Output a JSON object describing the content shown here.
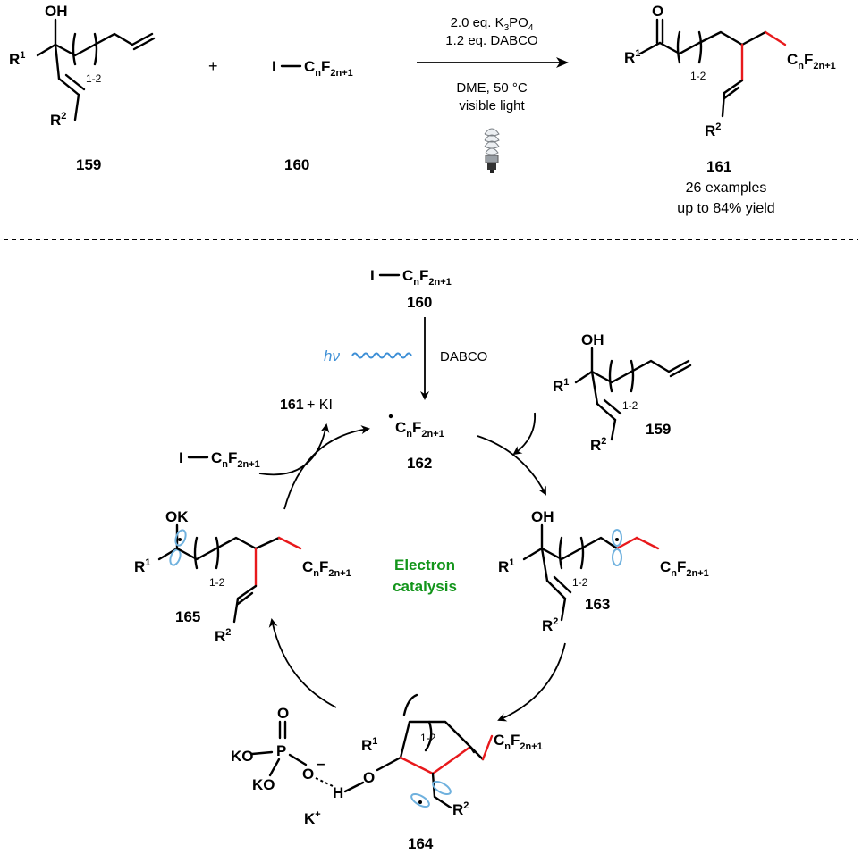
{
  "reaction": {
    "cond_reagent_1": "2.0 eq. K",
    "cond_reagent_1_sub": "3",
    "cond_reagent_1_tail": "PO",
    "cond_reagent_1_sub2": "4",
    "cond_reagent_2": "1.2 eq. DABCO",
    "cond_solvent": "DME, 50 °C",
    "cond_light": "visible light",
    "plus": "+",
    "examples": "26 examples",
    "yield": "up to 84% yield"
  },
  "labels": {
    "c159": "159",
    "c160": "160",
    "c161": "161",
    "c162": "162",
    "c163": "163",
    "c164": "164",
    "c165": "165"
  },
  "atoms": {
    "OH": "OH",
    "OK": "OK",
    "O": "O",
    "P": "P",
    "KO": "KO",
    "H": "H",
    "K": "K",
    "I": "I",
    "R": "R",
    "sup1": "1",
    "sup2": "2",
    "minus": "–",
    "plus_sup": "+",
    "C": "C",
    "n": "n",
    "F": "F",
    "2n1": "2n+1",
    "range": "1-2"
  },
  "cycle": {
    "hv": "hν",
    "dabco": "DABCO",
    "kI": "+ KI",
    "center_1": "Electron",
    "center_2": "catalysis",
    "center_color": "#13951b",
    "hv_color": "#3d8fd6",
    "red_bond": "#e8191c",
    "orbital": "#6fb1de"
  }
}
